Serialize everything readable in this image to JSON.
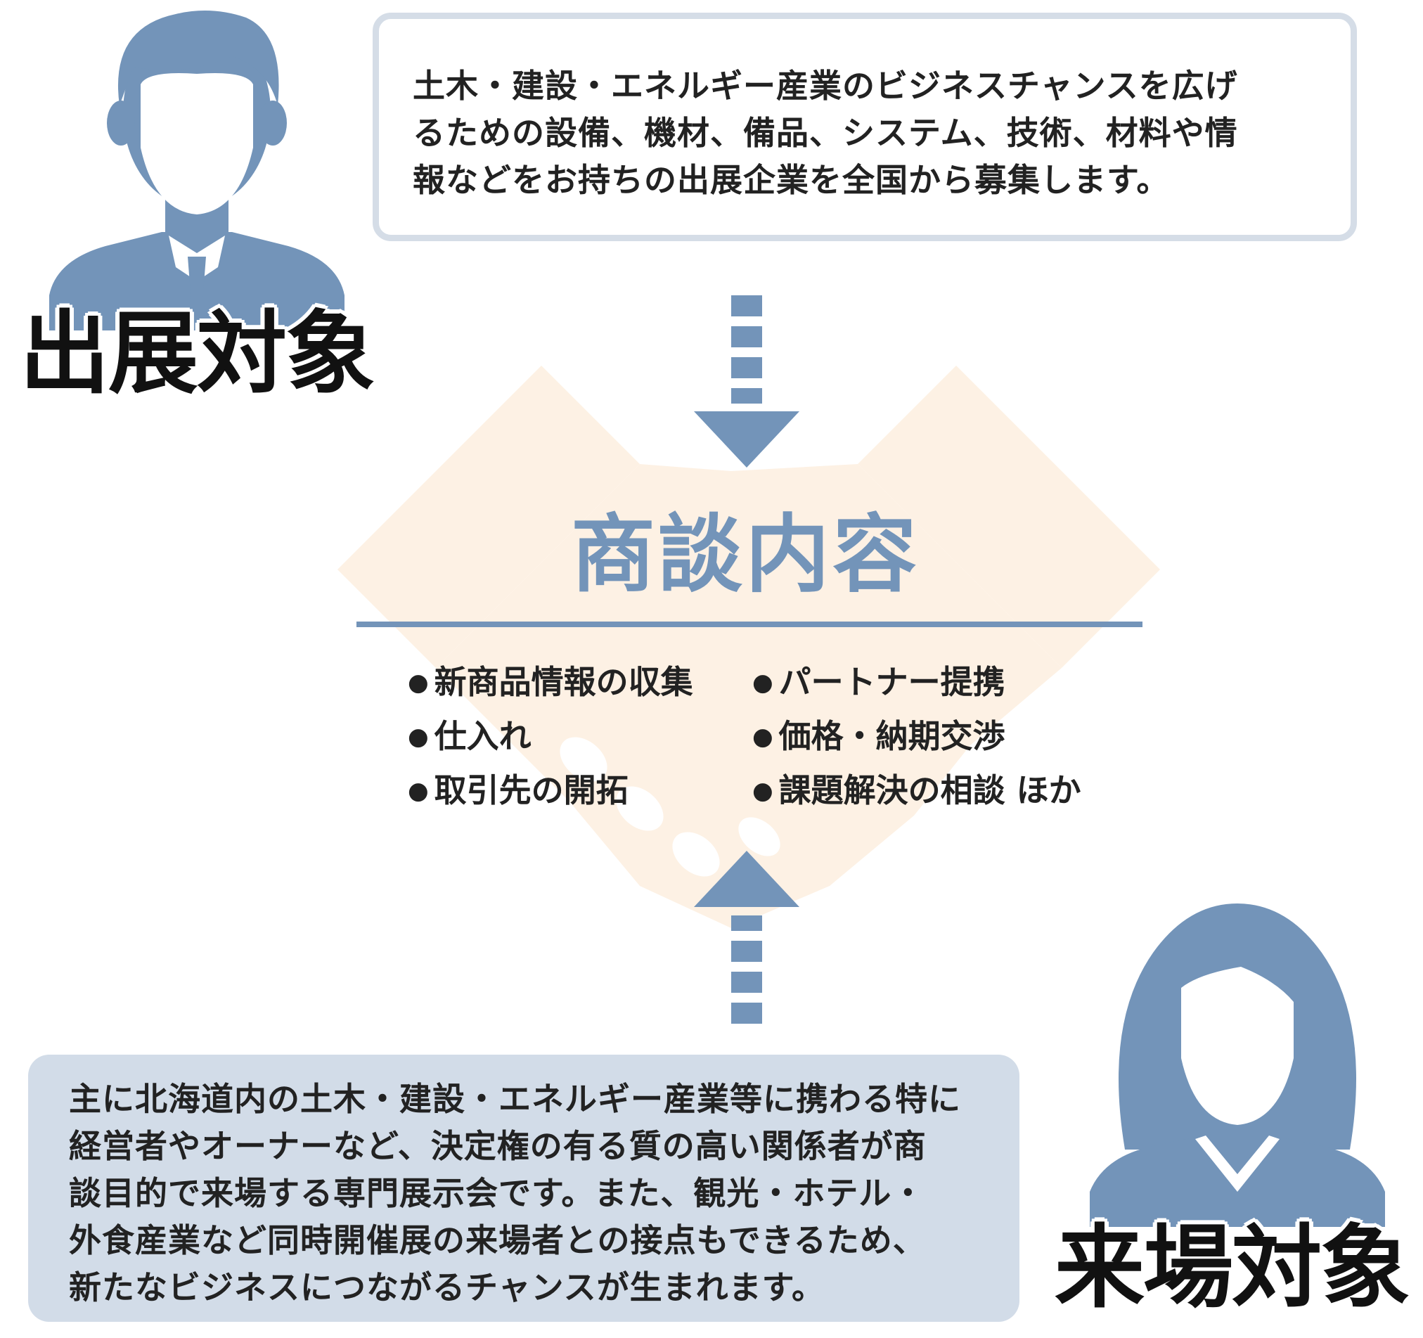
{
  "exhibitor": {
    "label": "出展対象",
    "lines": [
      "土木・建設・エネルギー産業のビジネスチャンスを広げ",
      "るための設備、機材、備品、システム、技術、材料や情",
      "報などをお持ちの出展企業を全国から募集します。"
    ]
  },
  "negotiation": {
    "title": "商談内容",
    "items": [
      "新商品情報の収集",
      "パートナー提携",
      "仕入れ",
      "価格・納期交渉",
      "取引先の開拓",
      "課題解決の相談 ほか"
    ]
  },
  "visitor": {
    "label": "来場対象",
    "lines": [
      "主に北海道内の土木・建設・エネルギー産業等に携わる特に",
      "経営者やオーナーなど、決定権の有る質の高い関係者が商",
      "談目的で来場する専門展示会です。また、観光・ホテル・",
      "外食産業など同時開催展の来場者との接点もできるため、",
      "新たなビジネスにつながるチャンスが生まれます。"
    ]
  },
  "colors": {
    "accent_blue": "#7394b9",
    "light_blue": "#d2dce8",
    "handshake": "#fdf1e4"
  },
  "icons": [
    "male-person-icon",
    "female-person-icon",
    "handshake-icon",
    "down-arrow-icon",
    "up-arrow-icon"
  ]
}
